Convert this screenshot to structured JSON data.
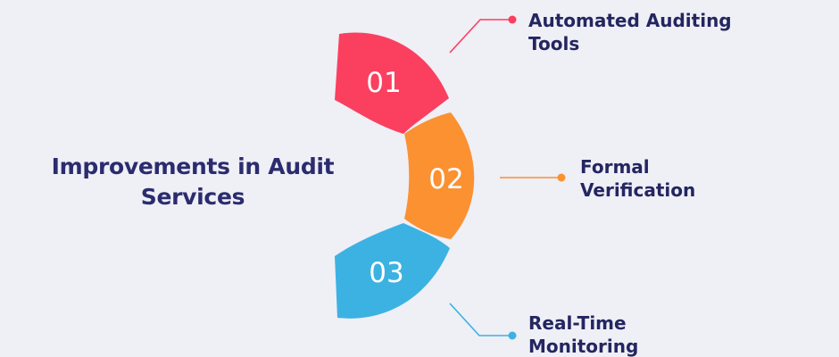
{
  "title": {
    "line1": "Improvements in Audit",
    "line2": "Services"
  },
  "items": [
    {
      "number": "01",
      "label_line1": "Automated Auditing",
      "label_line2": "Tools",
      "color": "#fb3f5f"
    },
    {
      "number": "02",
      "label_line1": "Formal",
      "label_line2": "Verification",
      "color": "#fb9131"
    },
    {
      "number": "03",
      "label_line1": "Real-Time",
      "label_line2": "Monitoring",
      "color": "#3cb2e3"
    }
  ],
  "colors": {
    "background": "#efeff6",
    "title_text": "#2b2c6e",
    "label_text": "#232660"
  }
}
